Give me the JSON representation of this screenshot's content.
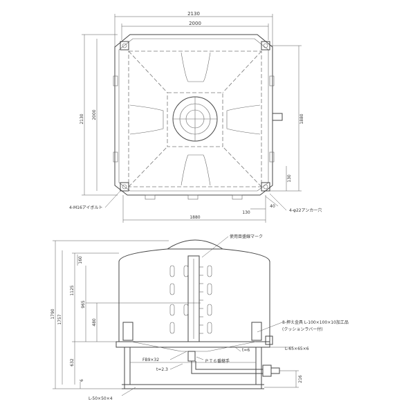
{
  "plan_view": {
    "dims": {
      "overall_width": "2130",
      "inner_width": "2000",
      "overall_height": "2130",
      "inner_height": "2000",
      "bolt_span_right": "1880",
      "bolt_span_bottom": "1880",
      "offset_130_right": "130",
      "offset_130_bottom": "130",
      "offset_40": "40"
    },
    "labels": {
      "eye_bolts": "4-M16アイボルト",
      "anchor_holes": "4-φ22アンカー穴"
    }
  },
  "elevation_view": {
    "dims": {
      "overall_height": "1790",
      "height_1757": "1757",
      "height_1125": "1125",
      "height_965": "965",
      "height_480": "480",
      "height_632": "632",
      "height_160": "160",
      "height_6": "6",
      "height_216": "216"
    },
    "labels": {
      "level_mark": "使用目盛線マーク",
      "bracket_top": "8-押え金具 L-100×100×10加工品",
      "bracket_sub": "(クッションラバー付)",
      "angle_65": "L-65×65×6",
      "flange": "FB9×32",
      "plate_t": "t=2.3",
      "outlet": "ＰＴ６番継手",
      "angle_50": "L-50×50×4",
      "leg_note": "t=6"
    }
  }
}
